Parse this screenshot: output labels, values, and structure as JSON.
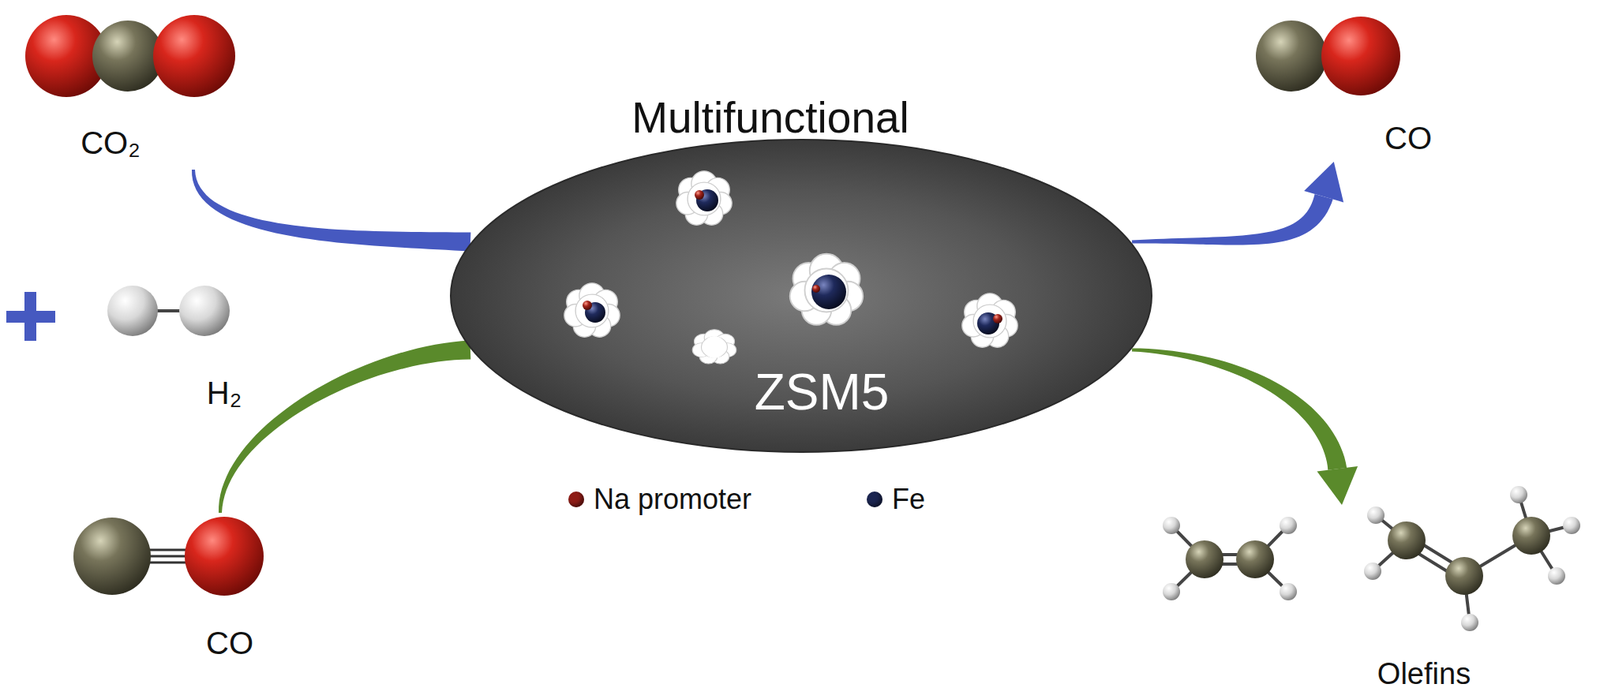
{
  "diagram": {
    "nodes": [
      {
        "text": [
          "CO₂"
        ]
      },
      {
        "text": [
          "Multifunctional",
          "ZSM5"
        ]
      },
      {
        "text": [
          "CO"
        ]
      },
      {
        "text": [
          "H₂"
        ]
      },
      {
        "text": [
          "CO"
        ]
      },
      {
        "text": [
          "Olefins"
        ]
      }
    ],
    "edges": [
      {
        "from": 0,
        "to": 1,
        "arrow": "none"
      },
      {
        "from": 1,
        "to": 2,
        "arrow": "to"
      },
      {
        "from": 4,
        "to": 1,
        "arrow": "none"
      },
      {
        "from": 1,
        "to": 5,
        "arrow": "to"
      }
    ],
    "legend": [
      {
        "text": "Na promoter",
        "color": "#8e1c16"
      },
      {
        "text": "Fe",
        "color": "#1b2550"
      }
    ]
  }
}
